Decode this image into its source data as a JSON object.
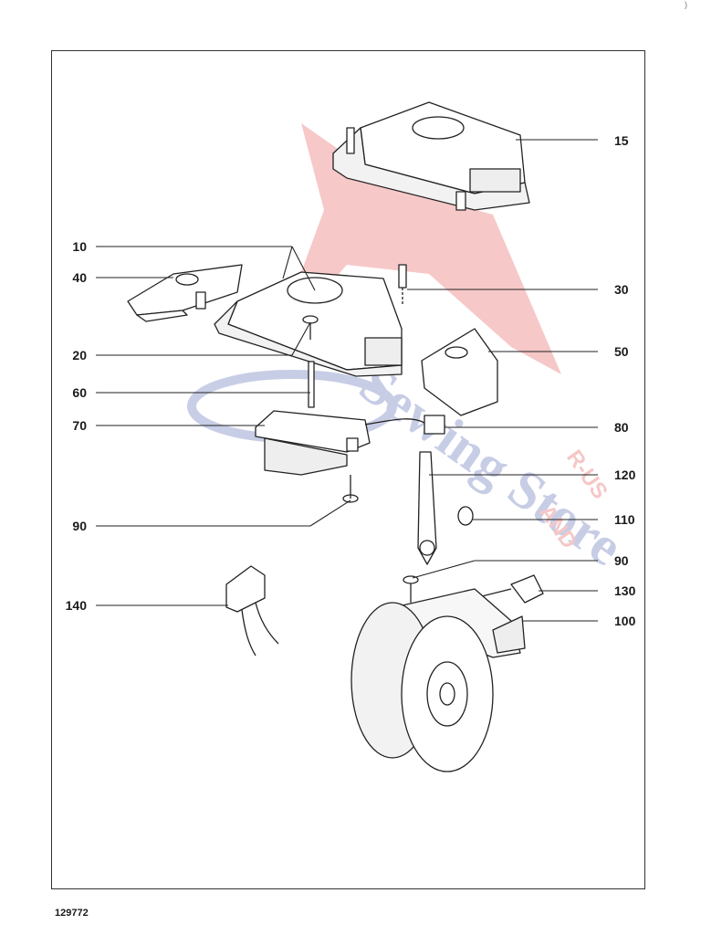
{
  "callouts": {
    "c15": "15",
    "c10": "10",
    "c40": "40",
    "c30": "30",
    "c20": "20",
    "c50": "50",
    "c60": "60",
    "c70": "70",
    "c80": "80",
    "c120": "120",
    "c90a": "90",
    "c110": "110",
    "c90b": "90",
    "c130": "130",
    "c140": "140",
    "c100": "100"
  },
  "document_number": "129772",
  "corner_mark": ")",
  "watermark": {
    "lines": [
      "Sewing Store",
      "AND",
      "R-US"
    ],
    "colors": {
      "red": "#e23b3b",
      "blue": "#3c4fa8"
    }
  }
}
